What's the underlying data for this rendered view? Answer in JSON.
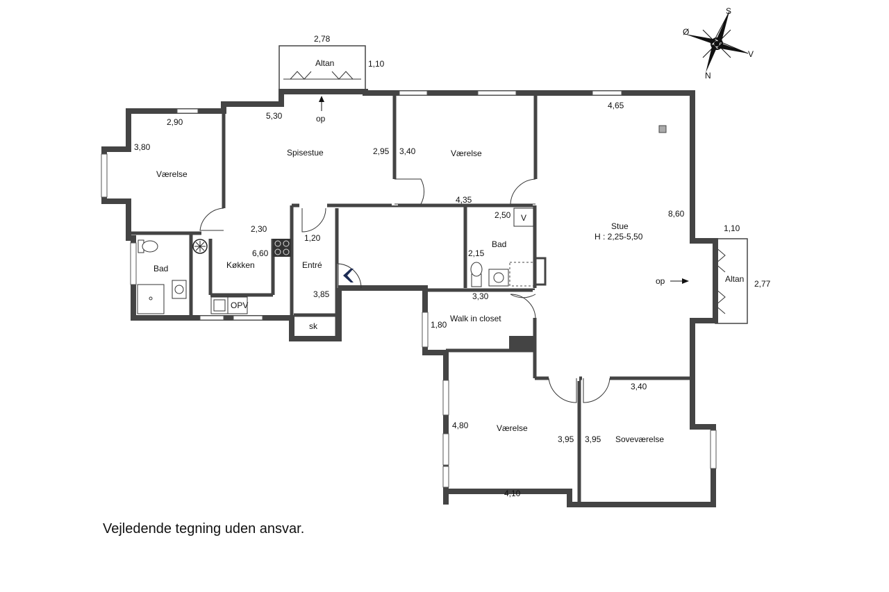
{
  "rooms": {
    "altan_top": "Altan",
    "spisestue": "Spisestue",
    "vaerelse_nw": "Værelse",
    "vaerelse_mid": "Værelse",
    "stue": "Stue",
    "stue_height": "H : 2,25-5,50",
    "bad_left": "Bad",
    "bad_mid": "Bad",
    "koekken": "Køkken",
    "entre": "Entré",
    "walkin": "Walk in closet",
    "altan_right": "Altan",
    "vaerelse_s": "Værelse",
    "sovevaerelse": "Soveværelse",
    "sk": "sk",
    "opv": "OPV",
    "v": "V",
    "op_top": "op",
    "op_right": "op"
  },
  "dimensions": {
    "altan_top_w": "2,78",
    "altan_top_d": "1,10",
    "spisestue_w": "5,30",
    "spisestue_d": "2,95",
    "vaerelse_nw_w": "2,90",
    "vaerelse_nw_d": "3,80",
    "vaerelse_mid_d": "3,40",
    "vaerelse_mid_w": "4,35",
    "stue_w": "4,65",
    "stue_d": "8,60",
    "altan_right_w": "1,10",
    "altan_right_d": "2,77",
    "koekken_w": "2,30",
    "koekken_d": "6,60",
    "entre_w": "1,20",
    "entre_d": "3,85",
    "bad_mid_w": "2,50",
    "bad_mid_d": "2,15",
    "walkin_w": "3,30",
    "walkin_d": "1,80",
    "vaerelse_s_d": "4,80",
    "vaerelse_s_w": "4,10",
    "vaerelse_s_d2": "3,95",
    "sove_d": "3,95",
    "sove_w": "3,40"
  },
  "compass": {
    "n": "N",
    "s": "S",
    "v": "V",
    "o": "Ø"
  },
  "footer": {
    "disclaimer": "Vejledende tegning uden ansvar."
  },
  "colors": {
    "bathroom": "#bcd5f7",
    "wall": "#444444"
  }
}
